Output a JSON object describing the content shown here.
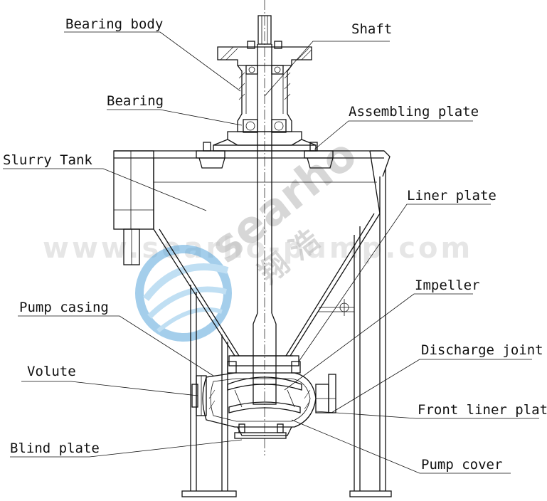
{
  "labels": {
    "bearing_body": "Bearing body",
    "shaft": "Shaft",
    "bearing": "Bearing",
    "assembling_plate": "Assembling plate",
    "slurry_tank": "Slurry Tank",
    "liner_plate": "Liner plate",
    "impeller": "Impeller",
    "pump_casing": "Pump casing",
    "discharge_joint": "Discharge joint",
    "volute": "Volute",
    "front_liner_plate": "Front liner plate",
    "blind_plate": "Blind plate",
    "pump_cover": "Pump cover"
  },
  "watermark": {
    "brand": "searho",
    "chinese": "翔 浩",
    "background_text": "www.searho-pump.com",
    "logo_color": "#5aa7dc",
    "text_color": "#b8b8b8"
  }
}
